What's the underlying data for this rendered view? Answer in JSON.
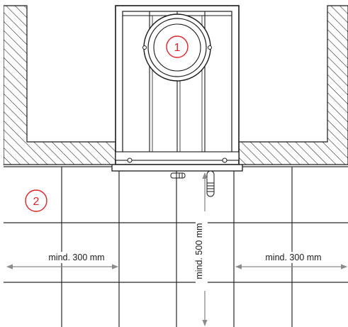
{
  "markers": {
    "unit": "1",
    "floor": "2"
  },
  "dimensions": {
    "left_clearance": "mind. 300 mm",
    "right_clearance": "mind. 300 mm",
    "front_clearance": "mind. 500 mm"
  },
  "colors": {
    "line": "#1a1a1a",
    "grid": "#2a2a2a",
    "dimension": "#8a8a8a",
    "marker": "#d9262c"
  }
}
